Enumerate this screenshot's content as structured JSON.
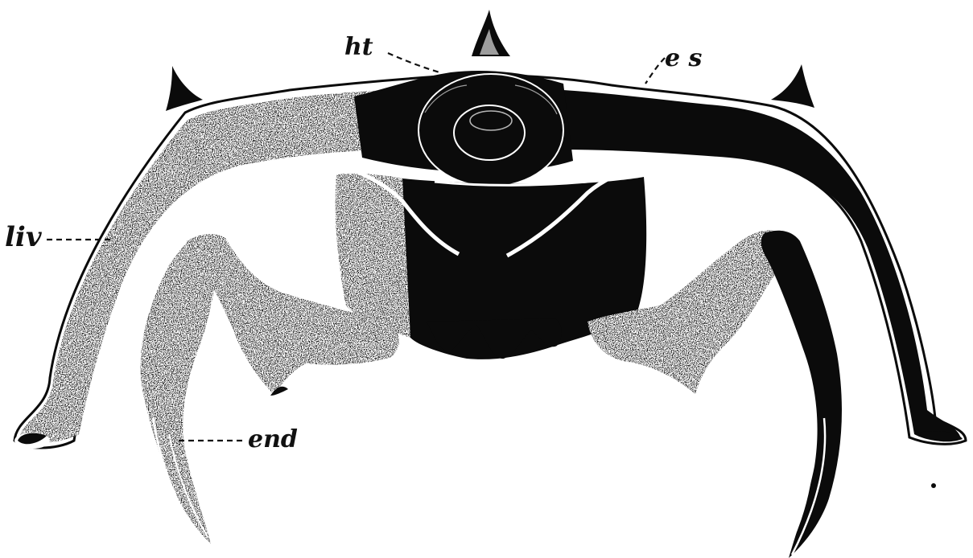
{
  "figure": {
    "labels": {
      "ht": "ht",
      "es": "e s",
      "liv": "liv",
      "end": "end"
    }
  },
  "colors": {
    "ink": "#0b0b0b",
    "paper": "#ffffff"
  }
}
